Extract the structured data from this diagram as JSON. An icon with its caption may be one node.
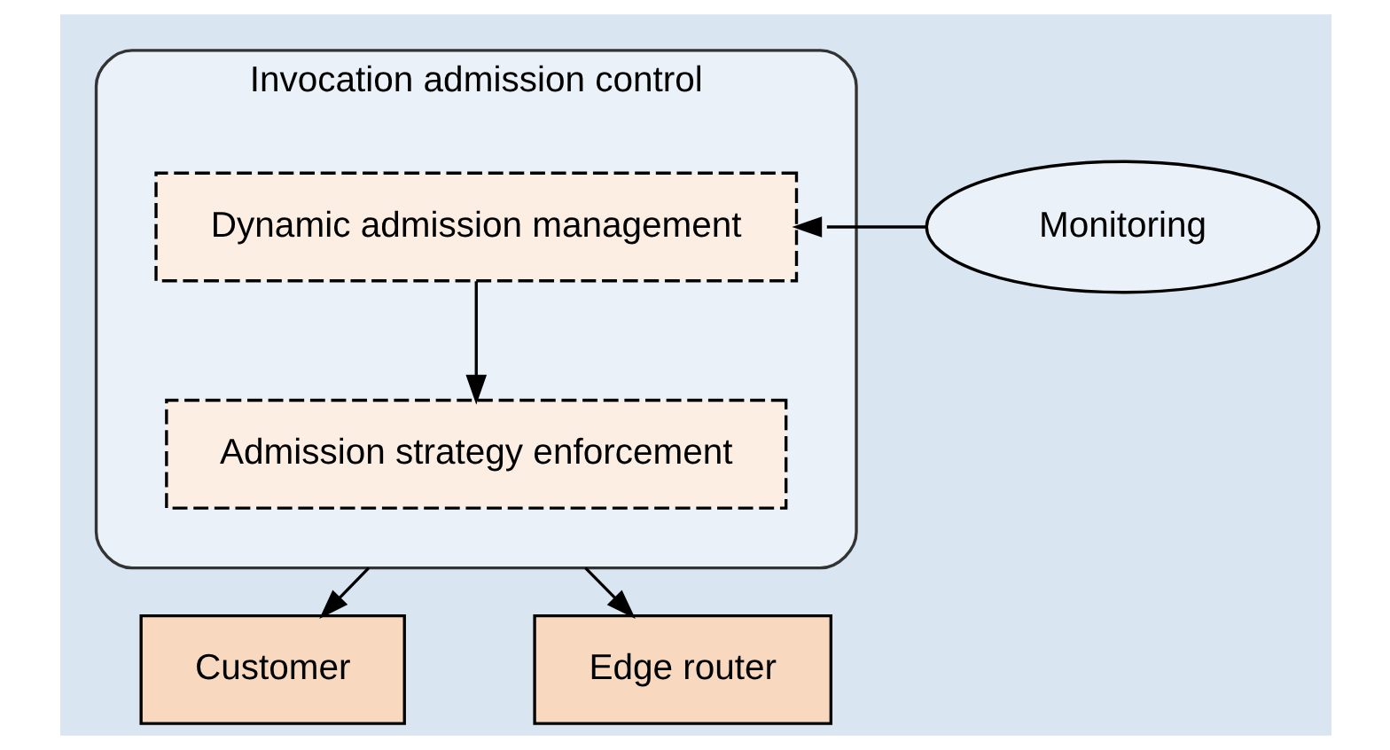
{
  "diagram": {
    "nodes": [
      {
        "text": [
          "Invocation admission control"
        ]
      },
      {
        "text": [
          "Dynamic admission management"
        ],
        "in": 0
      },
      {
        "text": [
          "Admission strategy enforcement"
        ],
        "in": 0
      },
      {
        "text": [
          "Monitoring"
        ]
      },
      {
        "text": [
          "Customer"
        ]
      },
      {
        "text": [
          "Edge router"
        ]
      }
    ],
    "edges": [
      {
        "from": 3,
        "to": 1,
        "arrow": "to"
      },
      {
        "from": 1,
        "to": 2,
        "arrow": "to"
      },
      {
        "from": 0,
        "to": 4,
        "arrow": "to"
      },
      {
        "from": 0,
        "to": 5,
        "arrow": "to"
      }
    ]
  }
}
